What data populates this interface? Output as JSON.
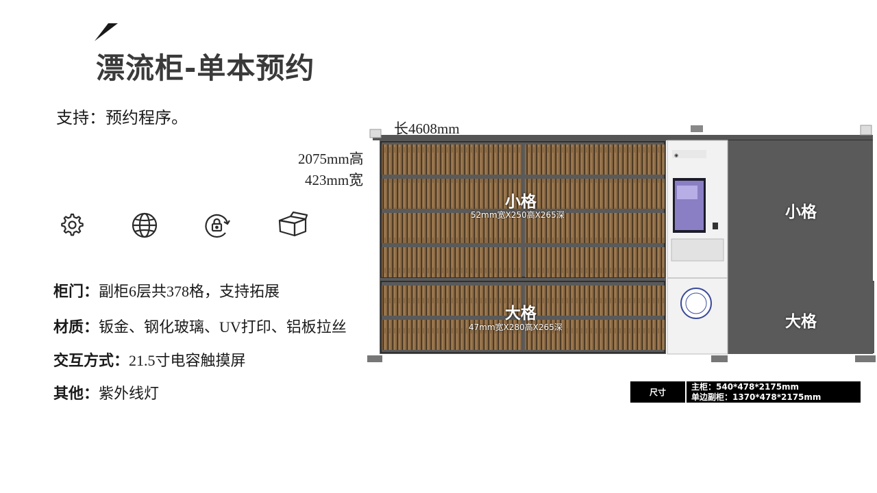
{
  "title": "漂流柜-单本预约",
  "support_text": "支持：预约程序。",
  "dimensions": {
    "length": "长4608mm",
    "height": "2075mm高",
    "width": "423mm宽"
  },
  "icons": [
    "gear-icon",
    "globe-icon",
    "rotate-lock-icon",
    "box-icon"
  ],
  "specs": [
    {
      "key": "柜门：",
      "value": "副柜6层共378格，支持拓展"
    },
    {
      "key": "材质：",
      "value": "钣金、钢化玻璃、UV打印、铝板拉丝"
    },
    {
      "key": "交互方式：",
      "value": "21.5寸电容触摸屏"
    },
    {
      "key": "其他：",
      "value": "紫外线灯"
    }
  ],
  "cells": {
    "small_label": "小格",
    "small_size": "52mm宽X250高X265深",
    "large_label": "大格",
    "large_size": "47mm宽X280高X265深",
    "right_small_label": "小格",
    "right_large_label": "大格"
  },
  "size_table": {
    "header": "尺寸",
    "main": "主柜：540*478*2175mm",
    "side": "单边副柜：1370*478*2175mm"
  },
  "colors": {
    "title": "#3a3a3a",
    "book": "#8a6a45",
    "frame": "#666666",
    "screen": "#8a7fc4"
  }
}
